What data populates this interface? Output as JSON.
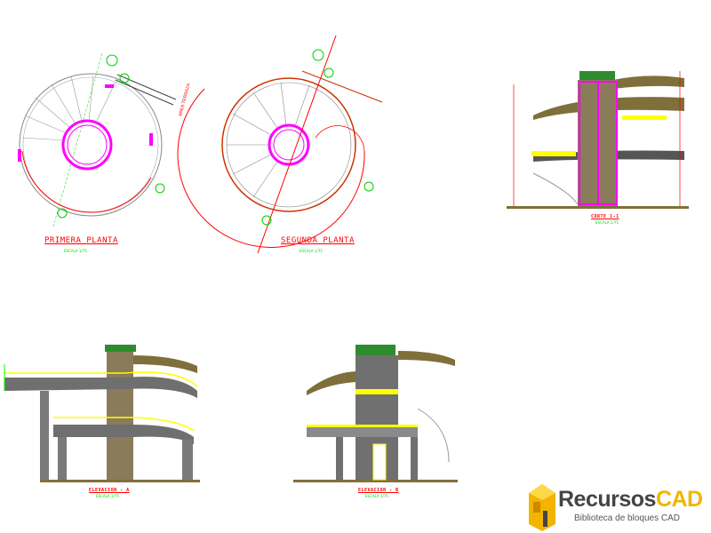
{
  "drawings": {
    "primera_planta": {
      "title": "PRIMERA PLANTA",
      "scale": "ESCALA 1/75"
    },
    "segunda_planta": {
      "title": "SEGUNDA PLANTA",
      "scale": "ESCALA 1/75",
      "area_label": "AREA TERRAZA"
    },
    "corte": {
      "title": "CORTE 1-1",
      "scale": "ESCALA 1/75"
    },
    "elevacion_a": {
      "title": "ELEVACION - A",
      "scale": "ESCALA 1/75"
    },
    "elevacion_b": {
      "title": "ELEVACION - B",
      "scale": "ESCALA 1/75"
    }
  },
  "logo": {
    "brand_part1": "Recursos",
    "brand_part2": "CAD",
    "subtitle": "Biblioteca de bloques CAD"
  },
  "colors": {
    "line_red": "#ff0000",
    "line_green": "#00cc00",
    "column_magenta": "#ff00ff",
    "floor_olive": "#7f6f3a",
    "rail_yellow": "#ffff00",
    "logo_yellow": "#f2b400"
  }
}
